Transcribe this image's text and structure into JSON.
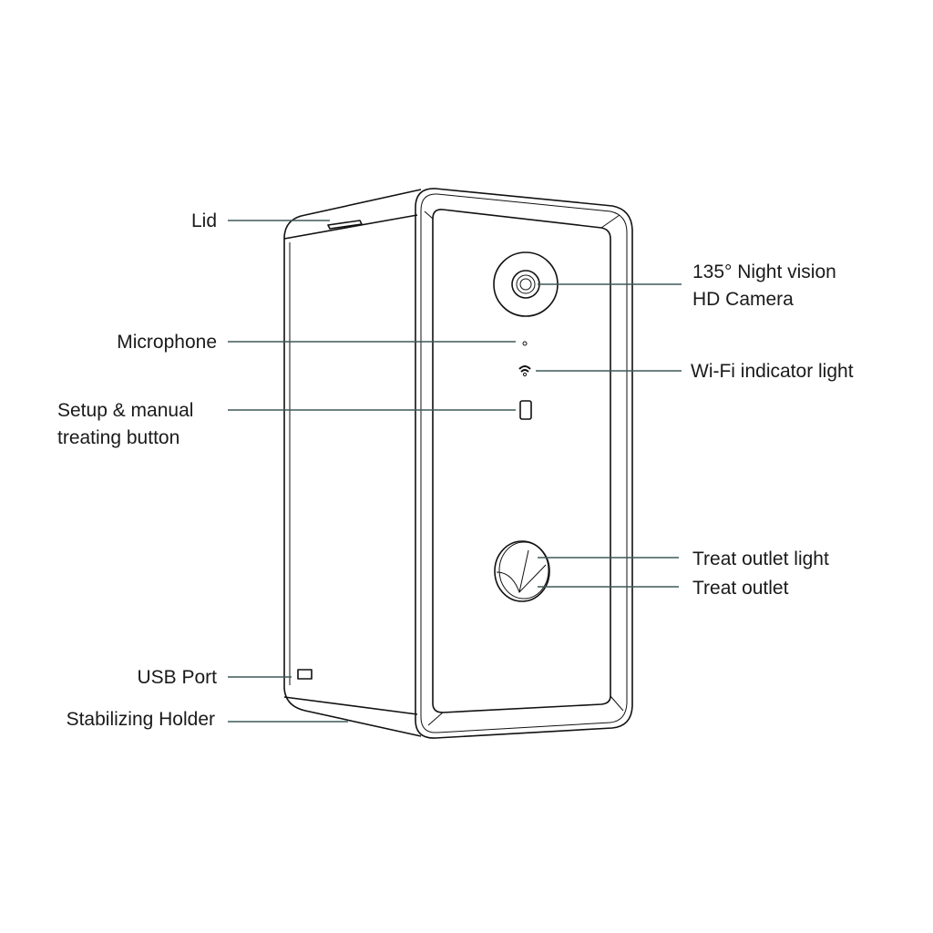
{
  "labels": {
    "lid": "Lid",
    "microphone": "Microphone",
    "setup_button_line1": "Setup & manual",
    "setup_button_line2": "treating button",
    "usb_port": "USB Port",
    "stabilizing_holder": "Stabilizing Holder",
    "camera_line1": "135° Night vision",
    "camera_line2": "HD Camera",
    "wifi_light": "Wi-Fi indicator light",
    "treat_outlet_light": "Treat outlet light",
    "treat_outlet": "Treat outlet"
  },
  "colors": {
    "leader_line": "#3e5858",
    "outline": "#111111"
  }
}
